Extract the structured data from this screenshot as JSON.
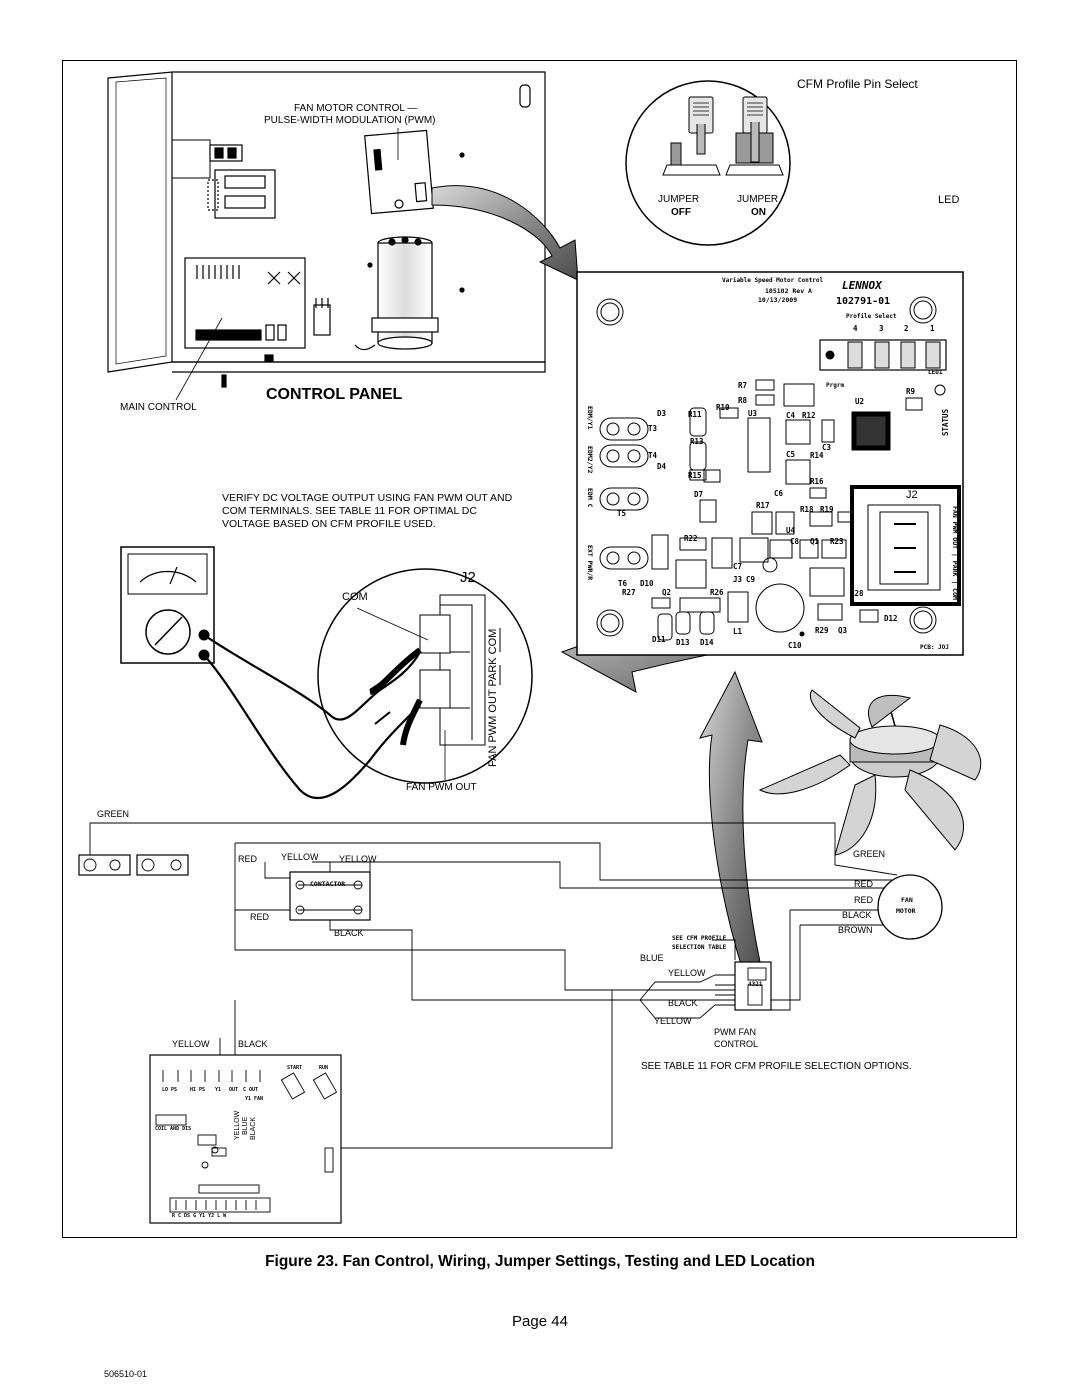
{
  "labels": {
    "cfm_profile_pin_select": "CFM Profile Pin Select",
    "fan_motor_control_line1": "FAN MOTOR CONTROL —",
    "fan_motor_control_line2": "PULSE-WIDTH MODULATION (PWM)",
    "jumper_off_line1": "JUMPER",
    "jumper_off_line2": "OFF",
    "jumper_on_line1": "JUMPER",
    "jumper_on_line2": "ON",
    "led": "LED",
    "control_panel": "CONTROL PANEL",
    "main_control": "MAIN CONTROL",
    "verify_note_line1": "VERIFY DC VOLTAGE OUTPUT USING FAN PWM OUT AND",
    "verify_note_line2": "COM TERMINALS. SEE TABLE 11 FOR OPTIMAL DC",
    "verify_note_line3": "VOLTAGE BASED ON CFM PROFILE USED.",
    "j2_detail": "J2",
    "com_detail": "COM",
    "fan_pwm_out_detail": "FAN PWM OUT",
    "j2_pins_vertical": "FAN PWM OUT  PARK  COM",
    "see_table_note": "SEE TABLE 11 FOR CFM PROFILE SELECTION OPTIONS."
  },
  "pcb": {
    "title_line1": "Variable Speed Motor Control",
    "title_line2": "105102 Rev A",
    "title_line3": "10/13/2009",
    "part_number": "102791-01",
    "profile_select": "Profile Select",
    "pin_numbers": [
      "4",
      "3",
      "2",
      "1"
    ],
    "led1": "LED1",
    "status": "STATUS",
    "j2": "J2",
    "j2_pins": "FAN PWM OUT | PARK | COM",
    "pcb_code": "PCB: JOJ",
    "brand": "LENNOX",
    "left_labels": [
      "EDM/Y1",
      "EDM2/Y2",
      "EDM C",
      "EXT PWR/R"
    ],
    "components": [
      "R7",
      "R8",
      "Prgrm",
      "R9",
      "R10",
      "R11",
      "D3",
      "T3",
      "U3",
      "C4",
      "R12",
      "C3",
      "U2",
      "R13",
      "T4",
      "D4",
      "C5",
      "R14",
      "R15",
      "D7",
      "C6",
      "R16",
      "R17",
      "R18",
      "R19",
      "T5",
      "R22",
      "C8",
      "Q1",
      "R23",
      "U4",
      "C7",
      "J3",
      "C9",
      "T6",
      "D10",
      "R27",
      "Q2",
      "R26",
      "R28",
      "C10",
      "R29",
      "Q3",
      "D12",
      "D11",
      "D13",
      "D14",
      "L1"
    ]
  },
  "wiring": {
    "green_top": "GREEN",
    "red_1": "RED",
    "yellow_1": "YELLOW",
    "yellow_2": "YELLOW",
    "contactor": "CONTACTOR",
    "red_2": "RED",
    "black_1": "BLACK",
    "green_motor": "GREEN",
    "red_motor_1": "RED",
    "red_motor_2": "RED",
    "black_motor": "BLACK",
    "brown_motor": "BROWN",
    "fan_motor_line1": "FAN",
    "fan_motor_line2": "MOTOR",
    "see_cfm_profile_line1": "SEE CFM PROFILE",
    "see_cfm_profile_line2": "SELECTION TABLE",
    "blue": "BLUE",
    "yellow_3": "YELLOW",
    "black_2": "BLACK",
    "yellow_4": "YELLOW",
    "pwm_fan_control_line1": "PWM FAN",
    "pwm_fan_control_line2": "CONTROL",
    "pwm_pins": "4321",
    "yellow_bottom": "YELLOW",
    "black_bottom": "BLACK",
    "main_board_terminals_top": [
      "LO PS",
      "HI PS",
      "Y1",
      "OUT",
      "C OUT"
    ],
    "main_board_start": "START",
    "main_board_run": "RUN",
    "main_board_fan": "Y1 FAN",
    "main_board_coil": "COIL AND DIS",
    "main_board_bottom_terminals": "R C DS G Y1 Y2 L W",
    "yellow_vertical": "YELLOW",
    "blue_vertical": "BLUE",
    "black_vertical": "BLACK"
  },
  "caption": "Figure 23. Fan Control, Wiring, Jumper Settings, Testing and LED Location",
  "page": "Page 44",
  "doc_number": "506510-01"
}
